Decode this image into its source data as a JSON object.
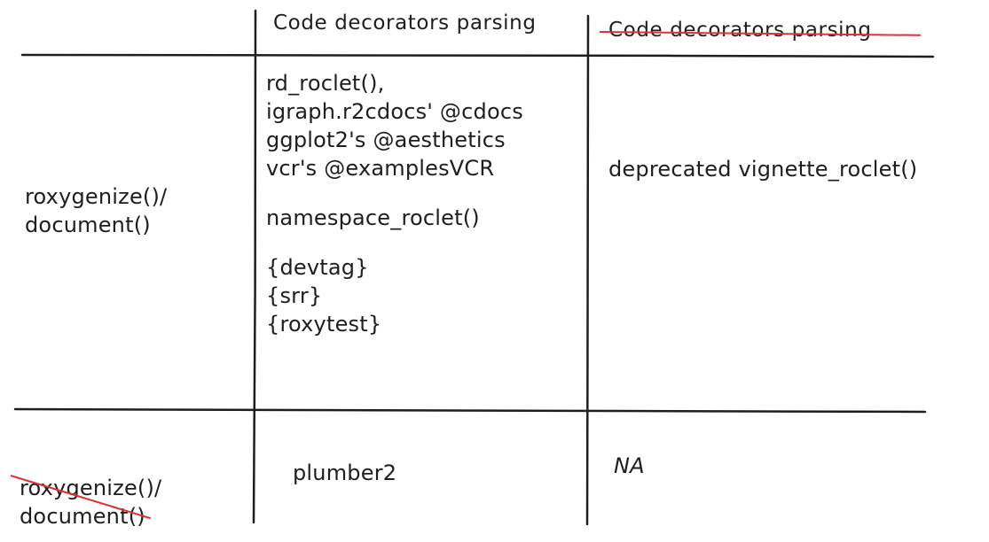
{
  "headers": {
    "col1": "Code decorators parsing",
    "col2": "Code decorators parsing"
  },
  "rows": {
    "row1_label": [
      "roxygenize()/",
      "document()"
    ],
    "row2_label": [
      "roxygenize()/",
      "document()"
    ]
  },
  "cells": {
    "r1c1_group1": [
      "rd_roclet(),",
      "igraph.r2cdocs' @cdocs",
      "ggplot2's @aesthetics",
      "vcr's @examplesVCR"
    ],
    "r1c1_group2": [
      "namespace_roclet()"
    ],
    "r1c1_group3": [
      "{devtag}",
      "{srr}",
      "{roxytest}"
    ],
    "r1c2": "deprecated vignette_roclet()",
    "r2c1": "plumber2",
    "r2c2": "NA"
  },
  "colors": {
    "ink": "#1e1e1e",
    "strike": "#e03131"
  }
}
